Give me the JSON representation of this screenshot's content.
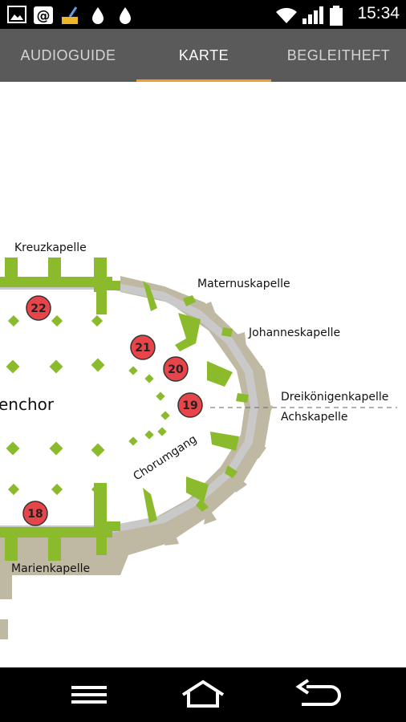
{
  "status_bar": {
    "time": "15:34",
    "icons": [
      "gallery-icon",
      "email-icon",
      "cleaner-icon",
      "drop-icon",
      "drop-icon",
      "wifi-icon",
      "signal-icon",
      "battery-icon"
    ]
  },
  "tabs": [
    {
      "label": "AUDIOGUIDE",
      "active": false
    },
    {
      "label": "KARTE",
      "active": true
    },
    {
      "label": "BEGLEITHEFT",
      "active": false
    }
  ],
  "map": {
    "labels": {
      "kreuzkapelle": "Kreuzkapelle",
      "maternuskapelle": "Maternuskapelle",
      "johanneskapelle": "Johanneskapelle",
      "dreikoenigenkapelle": "Dreikönigenkapelle",
      "achskapelle": "Achskapelle",
      "chorumgang": "Chorumgang",
      "marienkapelle": "Marienkapelle",
      "hochchor": "enchor"
    },
    "points": [
      {
        "number": "22"
      },
      {
        "number": "21"
      },
      {
        "number": "20"
      },
      {
        "number": "19"
      },
      {
        "number": "18"
      }
    ],
    "colors": {
      "wall": "#8bbb2c",
      "outer": "#bfb9a4",
      "shadow": "#c9c9c9",
      "poi": "#e8454a"
    }
  },
  "navigation": {
    "menu": "menu-icon",
    "home": "home-icon",
    "back": "back-icon"
  }
}
